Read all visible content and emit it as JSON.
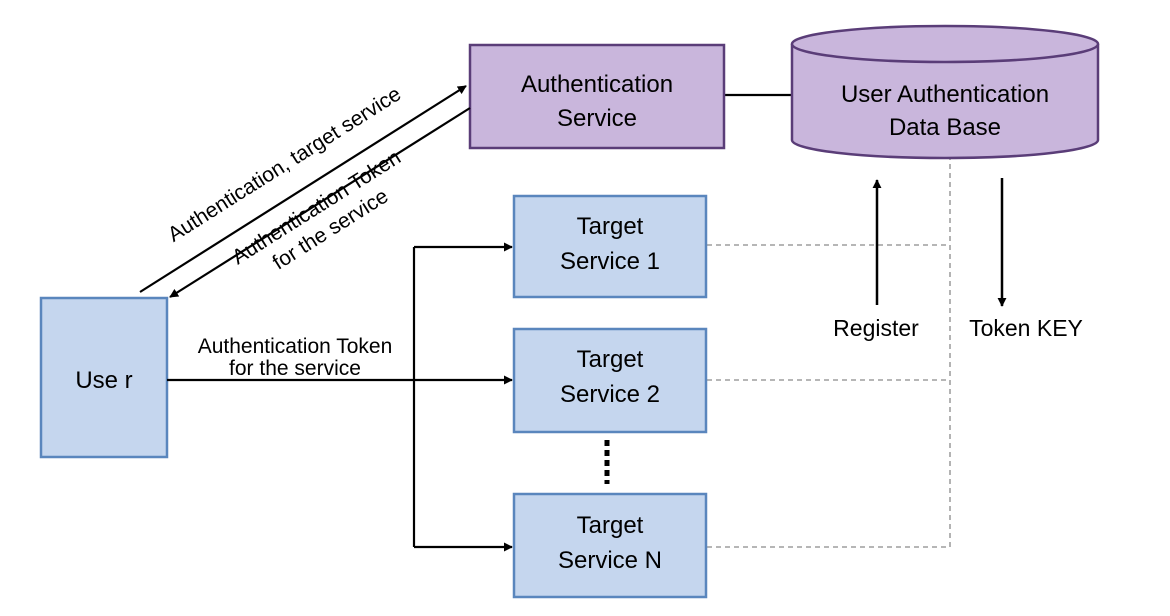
{
  "colors": {
    "auth_fill": "#c9b6dc",
    "auth_stroke": "#5a3d78",
    "target_fill": "#c5d6ee",
    "target_stroke": "#5a86bd",
    "line": "#000000",
    "dashed": "#8a8a8a"
  },
  "nodes": {
    "auth_service": {
      "line1": "Authentication",
      "line2": "Service"
    },
    "database": {
      "line1": "User Authentication",
      "line2": "Data Base"
    },
    "user": {
      "label": "Use r"
    },
    "target1": {
      "line1": "Target",
      "line2": "Service 1"
    },
    "target2": {
      "line1": "Target",
      "line2": "Service 2"
    },
    "targetN": {
      "line1": "Target",
      "line2": "Service N"
    }
  },
  "edges": {
    "auth_request": "Authentication, target service",
    "token_reply": {
      "line1": "Authentication Token",
      "line2": "for the service"
    },
    "token_send": {
      "line1": "Authentication Token",
      "line2": "for the service"
    },
    "register": "Register",
    "token_key": "Token KEY"
  }
}
